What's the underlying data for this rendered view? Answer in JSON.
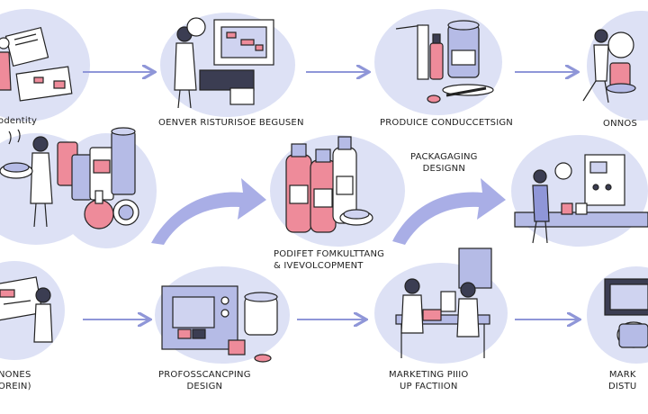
{
  "colors": {
    "blob": "#dde1f5",
    "accent": "#8f96d8",
    "ink": "#222222",
    "pink": "#ee8b9a",
    "dark": "#3b3d52"
  },
  "steps": {
    "s1": {
      "line1": "ᴏdentity",
      "line2": ""
    },
    "s2": {
      "line1": "OENVER RISTURISOE BEGUSEN",
      "line2": ""
    },
    "s3": {
      "line1": "PRODUICE CONDUCCETSIGN",
      "line2": ""
    },
    "s4": {
      "line1": "ONNOS",
      "line2": ""
    },
    "s5": {
      "line1": "PACKAGAGING",
      "line2": "DESIGNN"
    },
    "s6": {
      "line1": "PODIFET FOMKULTTANG",
      "line2": "& IVEVOLCOPMENT"
    },
    "s7": {
      "line1": "NONES",
      "line2": "OREIN)"
    },
    "s8": {
      "line1": "PROFOSSCANCPING",
      "line2": "DESIGN"
    },
    "s9": {
      "line1": "MARKETING PIIIO",
      "line2": "UP FACTIION"
    },
    "s10": {
      "line1": "MARK",
      "line2": "DISTU"
    }
  }
}
